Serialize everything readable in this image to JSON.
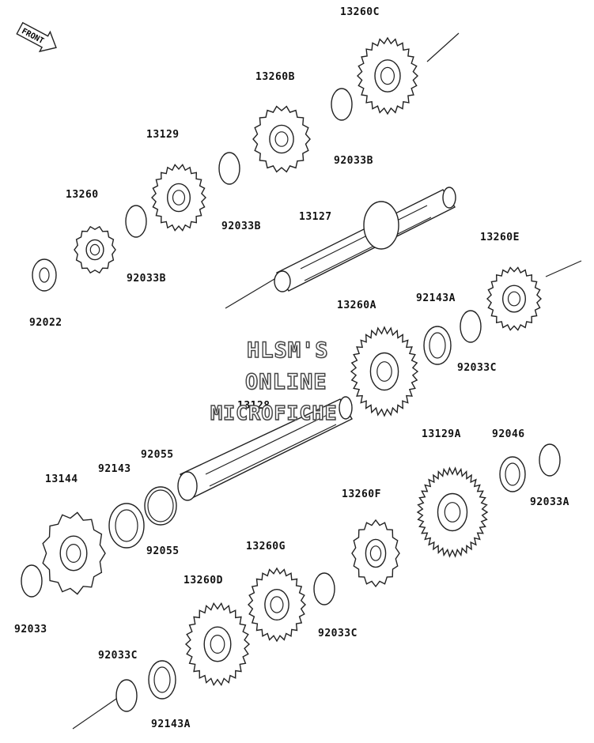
{
  "diagram": {
    "front_label": "FRONT",
    "watermark": {
      "line1": "HLSM'S",
      "line2": "ONLINE",
      "line3": "MICROFICHE"
    },
    "colors": {
      "line": "#222222",
      "background": "#ffffff",
      "watermark_fill": "#ffffff",
      "watermark_outline": "#444444"
    },
    "part_labels": [
      "13260C",
      "13260B",
      "92033B",
      "13129",
      "92033B",
      "13260",
      "92033B",
      "92022",
      "13127",
      "13260E",
      "92143A",
      "13260A",
      "92033C",
      "13128",
      "92143",
      "92055",
      "13144",
      "92055",
      "13129A",
      "92046",
      "92033A",
      "13260F",
      "13260G",
      "13260D",
      "92033",
      "92033C",
      "92033C",
      "92143A"
    ]
  }
}
